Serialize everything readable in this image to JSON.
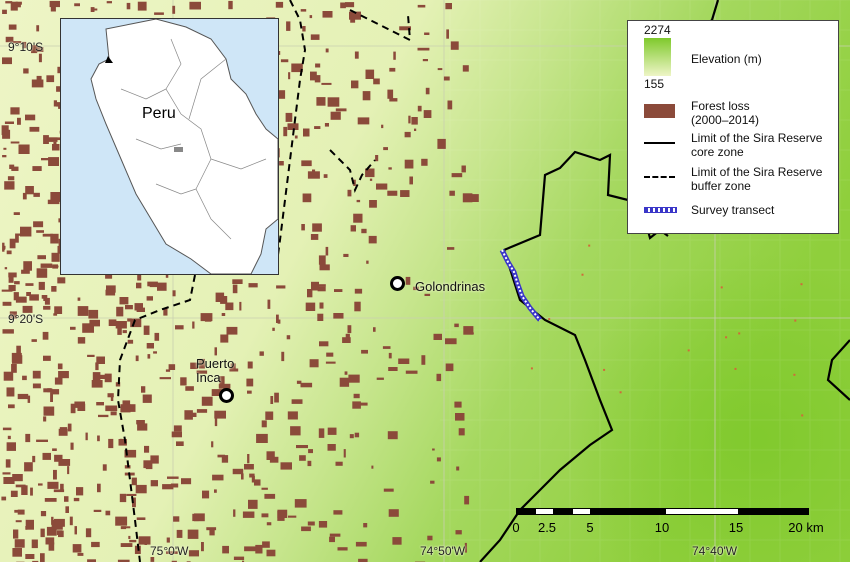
{
  "coords": {
    "lat_top": "9°10'S",
    "lat_mid": "9°20'S",
    "lon_left": "75°0'W",
    "lon_mid": "74°50'W",
    "lon_right": "74°40'W"
  },
  "places": {
    "golondrinas": "Golondrinas",
    "puerto_inca_line1": "Puerto",
    "puerto_inca_line2": "Inca"
  },
  "inset": {
    "country_label": "Peru"
  },
  "legend": {
    "elevation_max": "2274",
    "elevation_min": "155",
    "elevation_label": "Elevation (m)",
    "forest_loss_line1": "Forest loss",
    "forest_loss_line2": "(2000–2014)",
    "core_line1": "Limit of the Sira Reserve",
    "core_line2": "core zone",
    "buffer_line1": "Limit of the Sira Reserve",
    "buffer_line2": "buffer zone",
    "transect_label": "Survey transect"
  },
  "scalebar": {
    "ticks": [
      "0",
      "2.5",
      "5",
      "10",
      "15",
      "20 km"
    ]
  },
  "colors": {
    "lowland": "#eef5c6",
    "highland": "#8fcf3c",
    "forest_loss": "#8b4a3a",
    "transect": "#3a36c8",
    "ocean": "#cfe6f7"
  }
}
